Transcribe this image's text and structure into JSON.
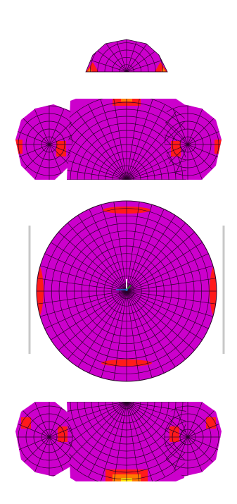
{
  "colors": {
    "background": "#ffffff",
    "mesh_fill": "#cc00cc",
    "mesh_line": "#2a002a",
    "hotspot_red": "#ff1a1a",
    "hotspot_orange": "#ff7a00",
    "hotspot_yellow": "#ffe000",
    "guide_line": "#c8c8c8",
    "axis_x": "#1f6fd6",
    "axis_y": "#ffffff",
    "axis_z": "#1aa01a"
  },
  "scene": {
    "view_mode": "contour mesh",
    "parts": [
      "top-cap",
      "upper-dome-assembly",
      "main-disk",
      "lower-dome-assembly"
    ],
    "has_side_guides": true,
    "has_axis_triad": true
  }
}
